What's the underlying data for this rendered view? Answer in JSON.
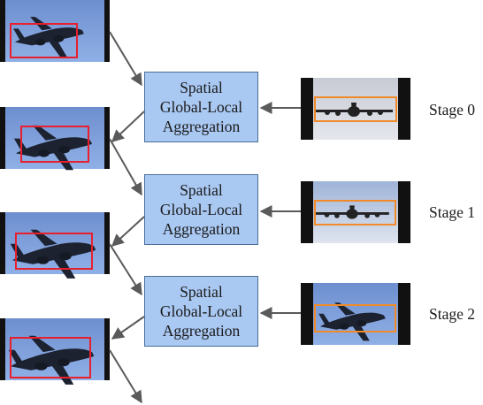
{
  "modules": [
    {
      "line1": "Spatial",
      "line2": "Global-Local",
      "line3": "Aggregation"
    },
    {
      "line1": "Spatial",
      "line2": "Global-Local",
      "line3": "Aggregation"
    },
    {
      "line1": "Spatial",
      "line2": "Global-Local",
      "line3": "Aggregation"
    }
  ],
  "stages": [
    {
      "label": "Stage 0"
    },
    {
      "label": "Stage 1"
    },
    {
      "label": "Stage 2"
    }
  ],
  "colors": {
    "module_fill": "#a9c8f2",
    "module_border": "#4a6f98",
    "search_box": "#e8202e",
    "template_box": "#f08a2a",
    "arrow": "#5a5a5a"
  }
}
